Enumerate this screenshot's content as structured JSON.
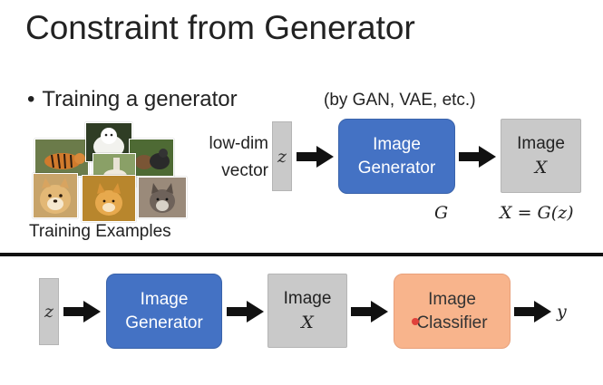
{
  "slide": {
    "title": "Constraint from Generator",
    "bullet": "Training a generator",
    "note": "(by GAN, VAE, etc.)",
    "training_label": "Training Examples",
    "input_label_line1": "low-dim",
    "input_label_line2": "vector"
  },
  "top_row": {
    "z": "z",
    "generator_line1": "Image",
    "generator_line2": "Generator",
    "generator_symbol": "G",
    "image_line1": "Image",
    "image_symbol": "X",
    "equation_lhs": "X",
    "equation_eq": "=",
    "equation_rhs": "G(z)"
  },
  "bottom_row": {
    "z": "z",
    "generator_line1": "Image",
    "generator_line2": "Generator",
    "image_line1": "Image",
    "image_symbol": "X",
    "classifier_line1": "Image",
    "classifier_line2": "Classifier",
    "output": "y"
  },
  "colors": {
    "generator_fill": "#4472c4",
    "image_fill": "#c9c9c9",
    "classifier_fill": "#f8b48c",
    "divider": "#111111"
  },
  "icons": [
    "right-arrow-icon",
    "bullet-dot-icon",
    "training-photo-collage"
  ]
}
